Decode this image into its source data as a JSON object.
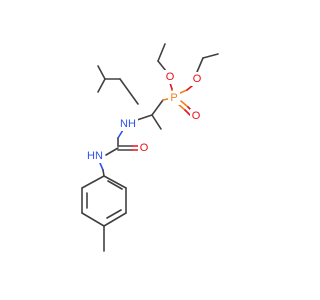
{
  "molecule": {
    "atoms": {
      "oxygen_ethoxy_left": {
        "label": "O",
        "color": "#e8101a"
      },
      "oxygen_ethoxy_right": {
        "label": "O",
        "color": "#e8101a"
      },
      "phosphorus": {
        "label": "P",
        "color": "#f08020"
      },
      "oxygen_phosphoryl": {
        "label": "O",
        "color": "#e8101a"
      },
      "nitrogen_upper": {
        "label": "NH",
        "color": "#3050f0"
      },
      "nitrogen_lower": {
        "label": "HN",
        "color": "#3050f0"
      },
      "oxygen_carbonyl": {
        "label": "O",
        "color": "#e8101a"
      }
    },
    "colors": {
      "bond": "#404040",
      "oxygen": "#e8101a",
      "nitrogen": "#3050f0",
      "phosphorus": "#f08020",
      "background": "#ffffff"
    }
  }
}
